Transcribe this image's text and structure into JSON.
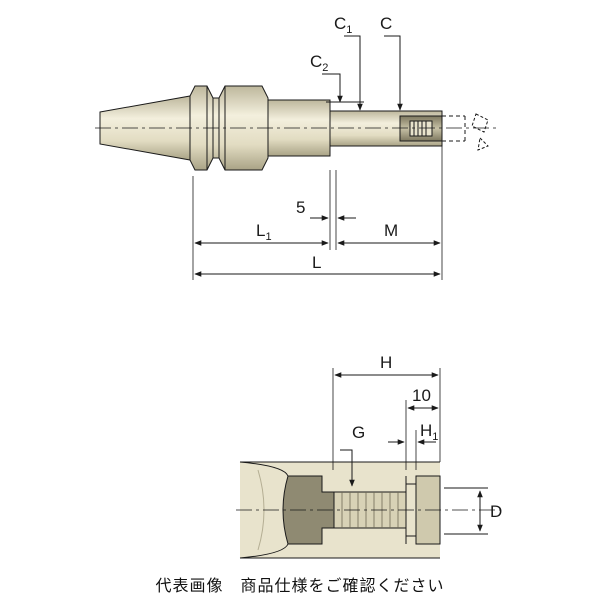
{
  "top_view": {
    "labels": {
      "c": "C",
      "c1": "C",
      "c1_sub": "1",
      "c2": "C",
      "c2_sub": "2",
      "five": "5",
      "l1": "L",
      "l1_sub": "1",
      "m": "M",
      "l": "L"
    }
  },
  "detail_view": {
    "labels": {
      "h": "H",
      "ten": "10",
      "g": "G",
      "h1": "H",
      "h1_sub": "1",
      "d": "D"
    }
  },
  "caption": "代表画像　商品仕様をご確認ください",
  "colors": {
    "body_fill": "#e8e3cc",
    "dark_fill": "#8f8a72",
    "line": "#1a1a1a"
  }
}
